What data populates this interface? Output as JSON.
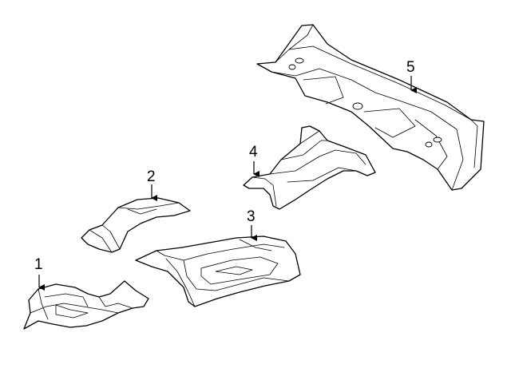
{
  "parts": [
    {
      "id": "part-1",
      "callout": "1"
    },
    {
      "id": "part-2",
      "callout": "2"
    },
    {
      "id": "part-3",
      "callout": "3"
    },
    {
      "id": "part-4",
      "callout": "4"
    },
    {
      "id": "part-5",
      "callout": "5"
    }
  ],
  "colors": {
    "line": "#000000",
    "background": "#ffffff"
  }
}
